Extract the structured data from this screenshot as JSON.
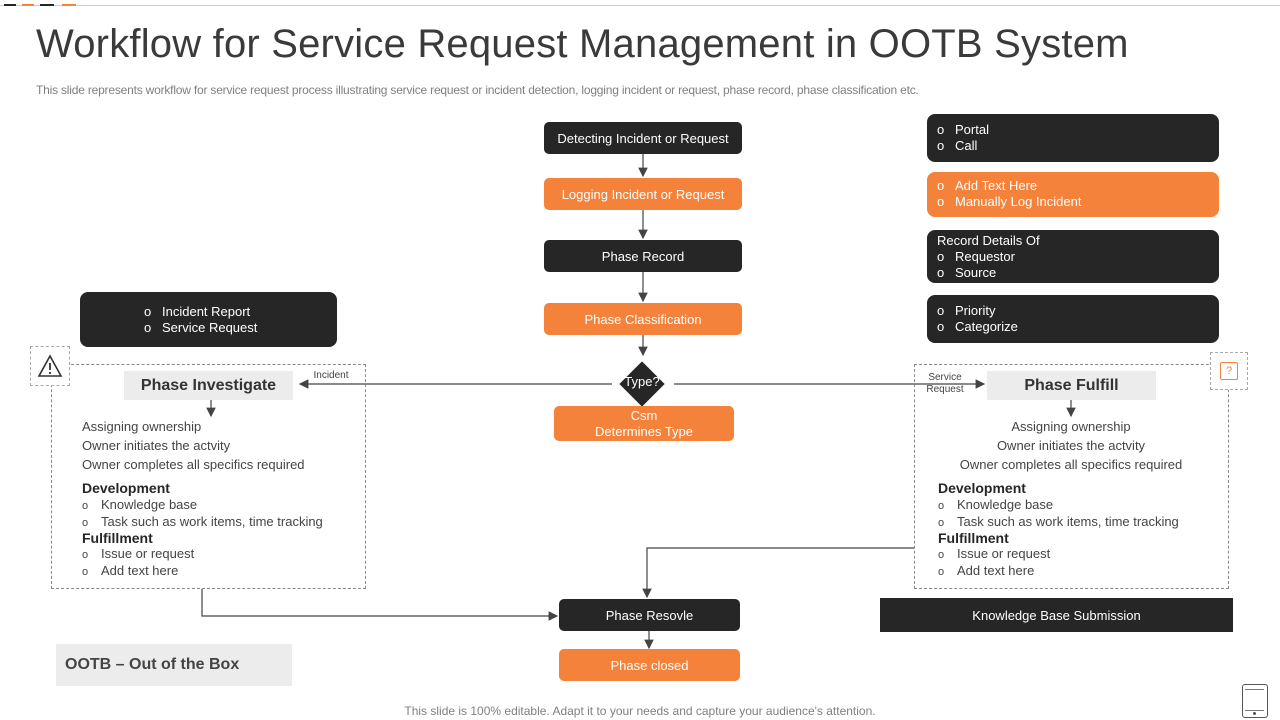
{
  "header": {
    "title": "Workflow for Service Request Management in OOTB System",
    "subtitle": "This slide represents workflow for service request process illustrating service request or incident detection, logging incident or request, phase record, phase classification etc."
  },
  "flow": {
    "detect": "Detecting Incident or Request",
    "logging": "Logging Incident or Request",
    "record": "Phase Record",
    "classification": "Phase Classification",
    "decision": "Type?",
    "csm_line1": "Csm",
    "csm_line2": "Determines Type",
    "resolve": "Phase Resovle",
    "closed": "Phase closed",
    "incident_label": "Incident",
    "service_label_line1": "Service",
    "service_label_line2": "Request"
  },
  "right_notes": {
    "note1": [
      "Portal",
      "Call"
    ],
    "note2": [
      "Add Text Here",
      "Manually Log Incident"
    ],
    "note3_title": "Record Details Of",
    "note3": [
      "Requestor",
      "Source"
    ],
    "note4": [
      "Priority",
      "Categorize"
    ]
  },
  "left_note": [
    "Incident Report",
    "Service Request"
  ],
  "investigate": {
    "title": "Phase Investigate",
    "lines": [
      "Assigning ownership",
      "Owner initiates the actvity",
      "Owner completes all specifics required"
    ],
    "dev_title": "Development",
    "dev_items": [
      "Knowledge base",
      "Task such as work items, time tracking"
    ],
    "ful_title": "Fulfillment",
    "ful_items": [
      "Issue or request",
      "Add text here"
    ]
  },
  "fulfill": {
    "title": "Phase Fulfill",
    "lines": [
      "Assigning ownership",
      "Owner initiates the actvity",
      "Owner completes all specifics required"
    ],
    "dev_title": "Development",
    "dev_items": [
      "Knowledge base",
      "Task such as work items, time tracking"
    ],
    "ful_title": "Fulfillment",
    "ful_items": [
      "Issue or request",
      "Add text here"
    ]
  },
  "kb_submission": "Knowledge Base Submission",
  "ootb_label": "OOTB – Out of the Box",
  "footer": "This slide is 100% editable. Adapt it to your needs and capture your audience's attention.",
  "icons": {
    "warning": "warning-icon",
    "question": "question-icon",
    "device": "tablet-icon"
  },
  "colors": {
    "dark": "#262626",
    "orange": "#f4823a"
  }
}
